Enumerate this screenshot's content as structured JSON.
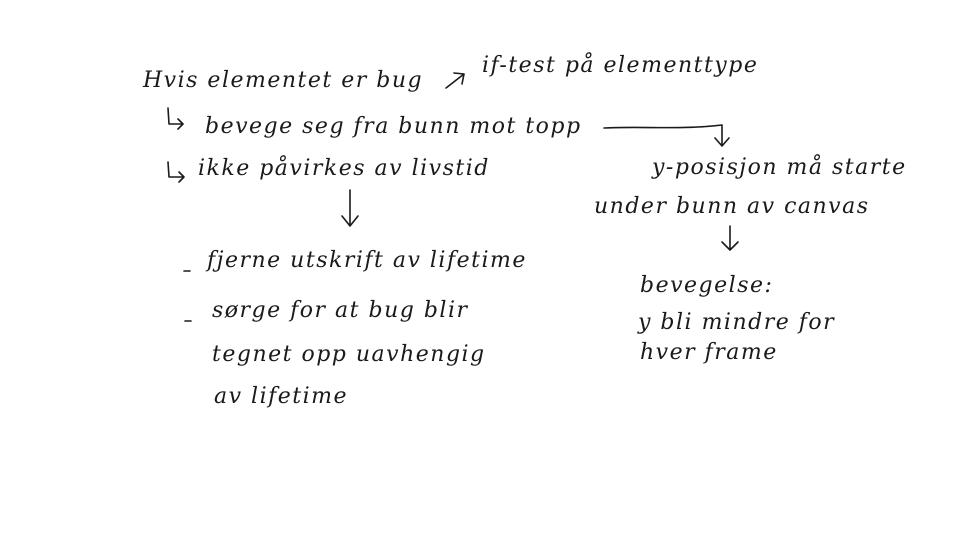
{
  "notes": {
    "line1": "Hvis elementet er bug",
    "line1_right": "if-test på elementtype",
    "sub1": "bevege seg fra bunn mot topp",
    "sub2": "ikke påvirkes av livstid",
    "bullet1": "fjerne utskrift av lifetime",
    "bullet2_a": "sørge for at bug blir",
    "bullet2_b": "tegnet opp uavhengig",
    "bullet2_c": "av lifetime",
    "right1": "y-posisjon må starte",
    "right2": "under bunn av canvas",
    "right3": "bevegelse:",
    "right4": "y bli mindre for",
    "right5": "hver frame",
    "ink_color": "#1a1a1a",
    "background": "#ffffff"
  }
}
